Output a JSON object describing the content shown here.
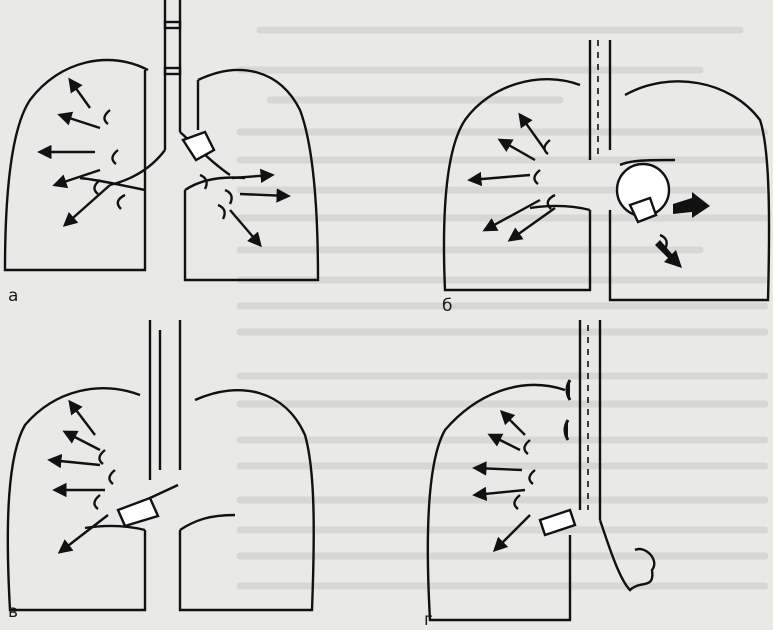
{
  "panels": [
    {
      "id": "a",
      "label": "а"
    },
    {
      "id": "b",
      "label": "б"
    },
    {
      "id": "v",
      "label": "в"
    },
    {
      "id": "g",
      "label": "г"
    }
  ]
}
